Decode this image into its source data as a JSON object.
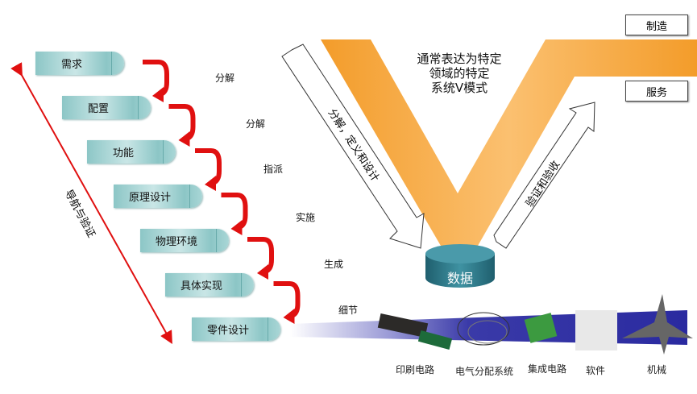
{
  "levels": [
    "需求",
    "配置",
    "功能",
    "原理设计",
    "物理环境",
    "具体实现",
    "零件设计"
  ],
  "steps": [
    "分解",
    "分解",
    "指派",
    "实施",
    "生成",
    "细节"
  ],
  "side_label": "导航与验证",
  "v_title": [
    "通常表达为特定",
    "领域的特定",
    "系统V模式"
  ],
  "left_arrow_label": "分解，定义和设计",
  "right_arrow_label": "验证和验收",
  "data_label": "数据",
  "outputs": [
    "制造",
    "服务"
  ],
  "domains": [
    "印刷电路",
    "电气分配系统",
    "集成电路",
    "软件",
    "机械"
  ],
  "colors": {
    "orange": "#f6a940",
    "red": "#e01010",
    "teal": "#8cc6c6",
    "band": "#3a3aa8",
    "cylinder": "#2f7c8c"
  }
}
